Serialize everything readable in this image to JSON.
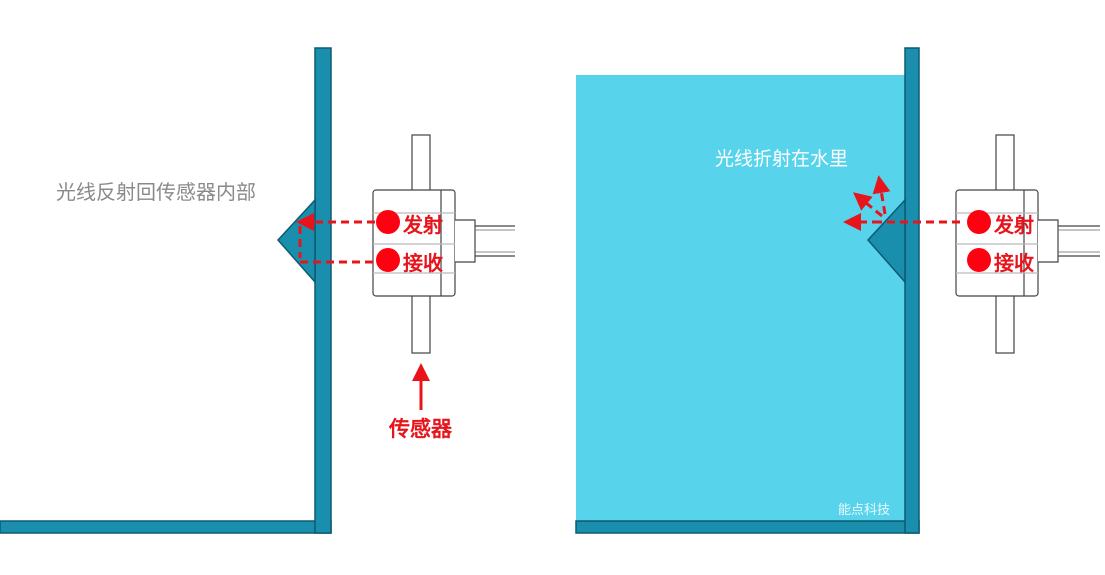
{
  "left_panel": {
    "caption": "光线反射回传感器内部",
    "emit_label": "发射",
    "receive_label": "接收",
    "sensor_label": "传感器"
  },
  "right_panel": {
    "caption": "光线折射在水里",
    "emit_label": "发射",
    "receive_label": "接收",
    "watermark": "能点科技"
  },
  "colors": {
    "tank_wall": "#1a8fad",
    "water": "#57d3ec",
    "light_path": "#e8141c",
    "emitter_dot": "#ff0010",
    "sensor_outline": "#444444"
  }
}
